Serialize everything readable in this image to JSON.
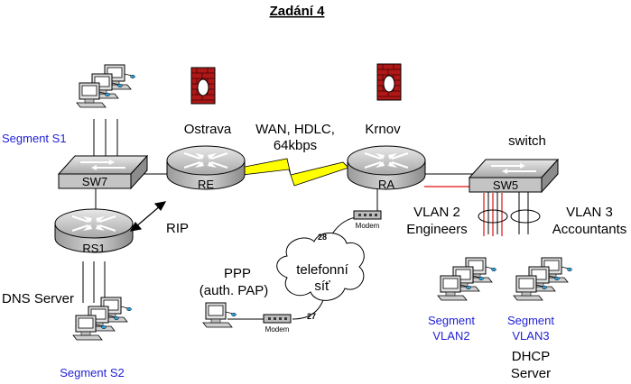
{
  "title": "Zadání 4",
  "sites": {
    "left": "Ostrava",
    "right": "Krnov"
  },
  "wan": {
    "line1": "WAN, HDLC,",
    "line2": "64kbps"
  },
  "switch_label": "switch",
  "routers": {
    "re": "RE",
    "ra": "RA",
    "rs1": "RS1"
  },
  "switches": {
    "sw7": "SW7",
    "sw5": "SW5"
  },
  "rip": "RIP",
  "segments": {
    "s1": "Segment S1",
    "s2": "Segment S2"
  },
  "dns": "DNS Server",
  "vlan2": {
    "line1": "VLAN 2",
    "line2": "Engineers"
  },
  "vlan3": {
    "line1": "VLAN 3",
    "line2": "Accountants"
  },
  "ppp": {
    "line1": "PPP",
    "line2": "(auth. PAP)"
  },
  "cloud": {
    "line1": "telefonní",
    "line2": "síť"
  },
  "modem": "Modem",
  "ports": {
    "upper": "28",
    "lower": "27"
  },
  "seg_vlan2": {
    "line1": "Segment",
    "line2": "VLAN2"
  },
  "seg_vlan3": {
    "line1": "Segment",
    "line2": "VLAN3"
  },
  "dhcp": {
    "line1": "DHCP",
    "line2": "Server"
  },
  "colors": {
    "link_red": "#e01010",
    "lightning": "#ffff00",
    "firewall": "#b01818",
    "device_grey": "#b8b8b8"
  }
}
